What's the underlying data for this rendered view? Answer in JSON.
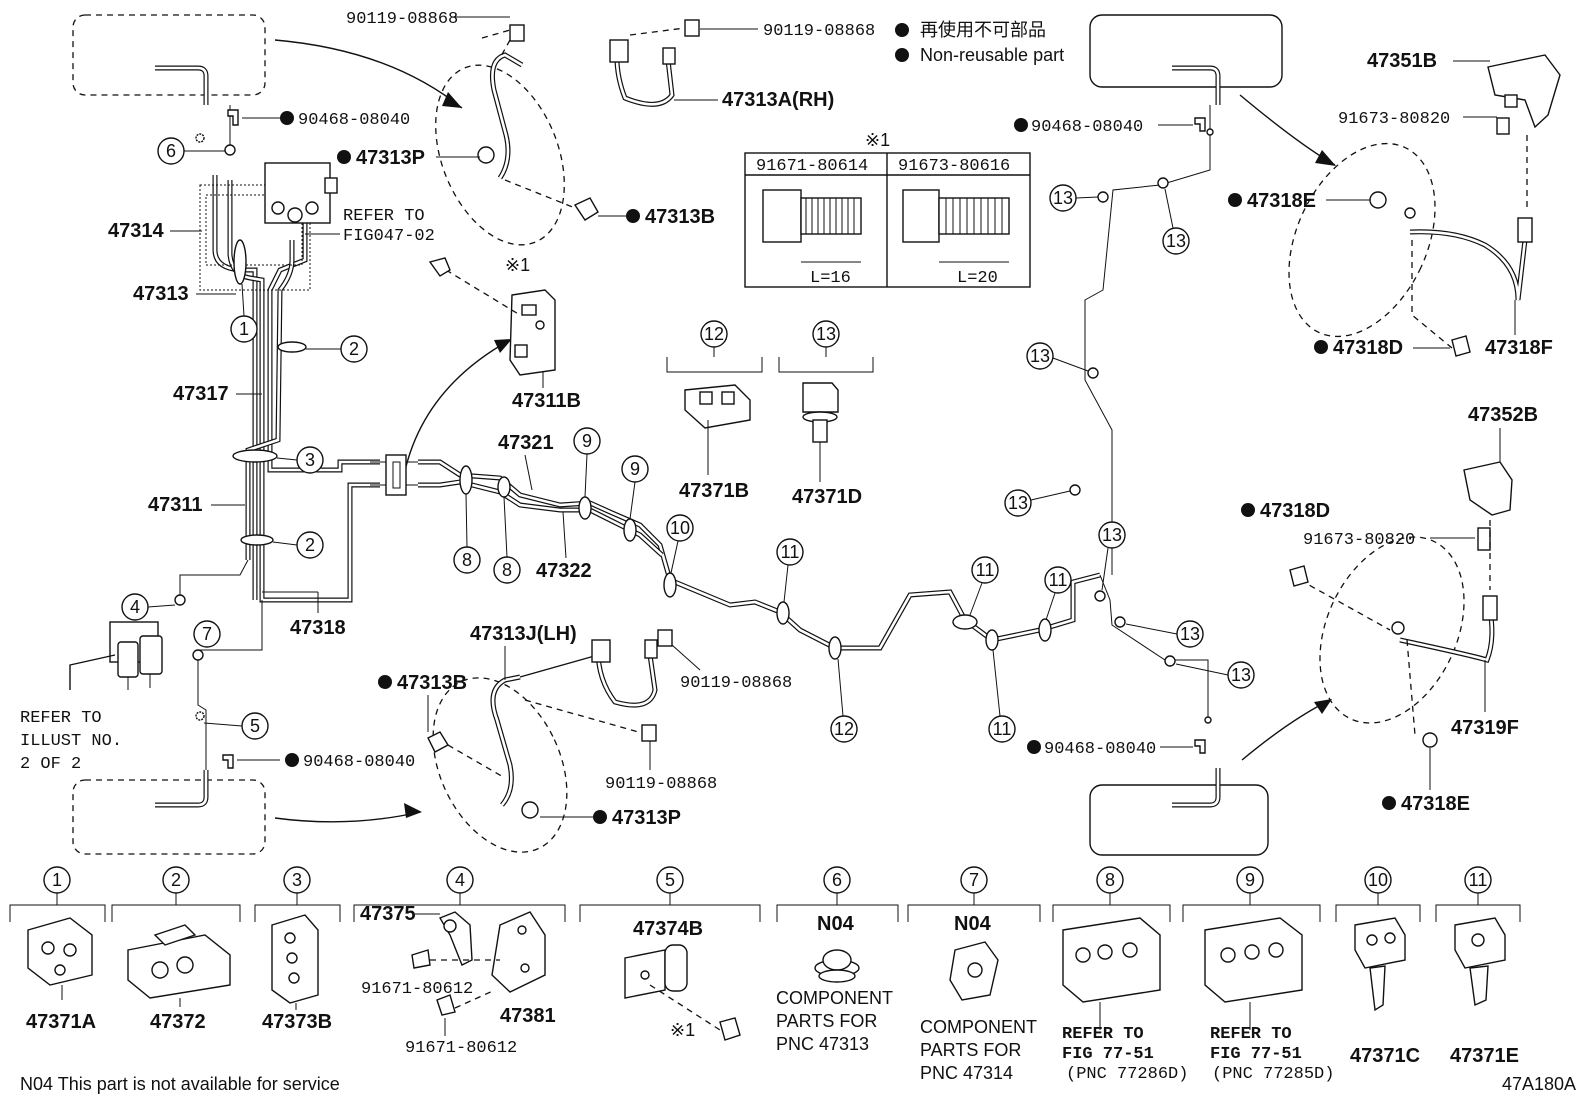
{
  "legend": {
    "jp_text": "再使用不可部品",
    "en_text": "Non-reusable part"
  },
  "footer": {
    "note": "N04 This part is not available for service",
    "figure_code": "47A180A"
  },
  "bolt_table": {
    "mark": "※1",
    "headers": [
      "91671-80614",
      "91673-80616"
    ],
    "lengths": [
      "L=16",
      "L=20"
    ]
  },
  "labels": {
    "p90119_a": "90119-08868",
    "p90119_b": "90119-08868",
    "p47313A": "47313A(RH)",
    "p47313P_top": "47313P",
    "p47313B_top": "47313B",
    "p90468_tl": "90468-08040",
    "p47314": "47314",
    "p47313": "47313",
    "refer_fig047_1": "REFER TO",
    "refer_fig047_2": "FIG047-02",
    "p47317": "47317",
    "p47311": "47311",
    "p47318": "47318",
    "refer_illust_1": "REFER TO",
    "refer_illust_2": "ILLUST NO.",
    "refer_illust_3": "2 OF 2",
    "p90468_bl": "90468-08040",
    "p47311B": "47311B",
    "mark_x1_a": "※1",
    "p47321": "47321",
    "p47322": "47322",
    "p47313J": "47313J(LH)",
    "p90119_c": "90119-08868",
    "p90119_d": "90119-08868",
    "p47313B_bot": "47313B",
    "p47313P_bot": "47313P",
    "p47371B": "47371B",
    "p47371D": "47371D",
    "p90468_tr": "90468-08040",
    "p90468_br": "90468-08040",
    "p47351B": "47351B",
    "p91673_a": "91673-80820",
    "p47318E_top": "47318E",
    "p47318D_top": "47318D",
    "p47318F": "47318F",
    "p47352B": "47352B",
    "p47318D_bot": "47318D",
    "p91673_b": "91673-80820",
    "p47319F": "47319F",
    "p47318E_bot": "47318E"
  },
  "callouts": {
    "c1": "1",
    "c2a": "2",
    "c2b": "2",
    "c3": "3",
    "c4": "4",
    "c5": "5",
    "c6": "6",
    "c7": "7",
    "c8a": "8",
    "c8b": "8",
    "c9a": "9",
    "c9b": "9",
    "c10": "10",
    "c11a": "11",
    "c11b": "11",
    "c11c": "11",
    "c11d": "11",
    "c12a": "12",
    "c12b": "12",
    "c13a": "13",
    "c13b": "13",
    "c13c": "13",
    "c13d": "13",
    "c13e": "13",
    "c13f": "13",
    "c13g": "13",
    "c13h": "13"
  },
  "clamp_legend": [
    {
      "num": "1",
      "part": "47371A"
    },
    {
      "num": "2",
      "part": "47372"
    },
    {
      "num": "3",
      "part": "47373B"
    },
    {
      "num": "4",
      "parts": [
        "47375",
        "91671-80612",
        "91671-80612",
        "47381"
      ]
    },
    {
      "num": "5",
      "part": "47374B",
      "mark": "※1"
    },
    {
      "num": "6",
      "code": "N04",
      "note": [
        "COMPONENT",
        "PARTS FOR",
        "PNC 47313"
      ]
    },
    {
      "num": "7",
      "code": "N04",
      "note": [
        "COMPONENT",
        "PARTS FOR",
        "PNC 47314"
      ]
    },
    {
      "num": "8",
      "note": [
        "REFER TO",
        "FIG 77-51",
        "(PNC 77286D)"
      ]
    },
    {
      "num": "9",
      "note": [
        "REFER TO",
        "FIG 77-51",
        "(PNC 77285D)"
      ]
    },
    {
      "num": "10",
      "part": "47371C"
    },
    {
      "num": "11",
      "part": "47371E"
    }
  ]
}
